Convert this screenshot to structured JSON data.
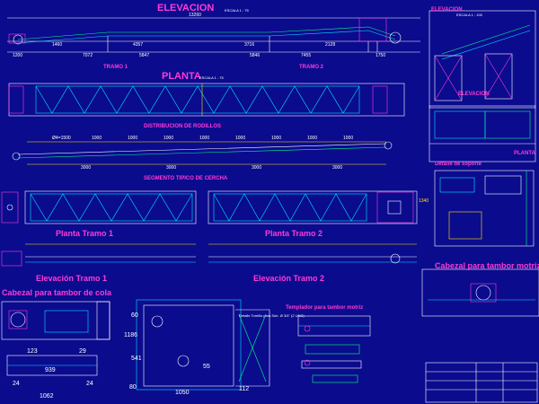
{
  "drawing": {
    "top": {
      "elevacion_title": "ELEVACION",
      "escala": "ESCALA 1 : 75",
      "overall": "13260",
      "dims_upper": [
        "1460",
        "4357",
        "3716",
        "2128"
      ],
      "dims_lower": [
        "1200",
        "7072",
        "5847",
        "5846",
        "7455",
        "1750"
      ],
      "tramo1": "TRAMO 1",
      "tramo2": "TRAMO 2",
      "planta_title": "PLANTA",
      "planta_escala": "ESCALA 1 : 75"
    },
    "rodillos": {
      "title": "DISTRIBUCION DE RODILLOS",
      "top_dims": [
        "Ø4=1500",
        "1000",
        "1000",
        "1000",
        "1000",
        "1000",
        "1000",
        "1000",
        "1000"
      ],
      "bottom_dims": [
        "3000",
        "3000",
        "3000",
        "3000"
      ]
    },
    "cercha": {
      "title": "SEGMENTO TIPICO DE CERCHA",
      "planta1": "Planta      Tramo 1",
      "planta2": "Planta      Tramo 2",
      "elev1": "Elevación      Tramo 1",
      "elev2": "Elevación      Tramo 2",
      "side_dim": "1340"
    },
    "right": {
      "elevacion": "ELEVACION",
      "escala": "ESCALA 1 : 100",
      "elevacion2": "ELEVACION",
      "planta": "PLANTA",
      "detalle": "Detalle de soporte",
      "cabezal_motriz": "Cabezal para tambor motriz"
    },
    "bottom": {
      "cabezal_cola": "Cabezal para tambor de cola",
      "tensor_title": "Templador para tambor motriz",
      "dims_left": [
        "123",
        "29",
        "939",
        "24",
        "24",
        "1062"
      ],
      "plate_dims": [
        "1186",
        "541",
        "1050",
        "60",
        "80",
        "112",
        "55"
      ],
      "note": "Detalle Tornillo para Sub. Ø 3/4\" (2 UNC)"
    }
  },
  "colors": {
    "background": "#0b0b8e",
    "lines": "#ffffff",
    "truss": "#00e5ff",
    "titles": "#ff3bd6",
    "dims": "#ffe600",
    "green": "#00ff7f"
  }
}
